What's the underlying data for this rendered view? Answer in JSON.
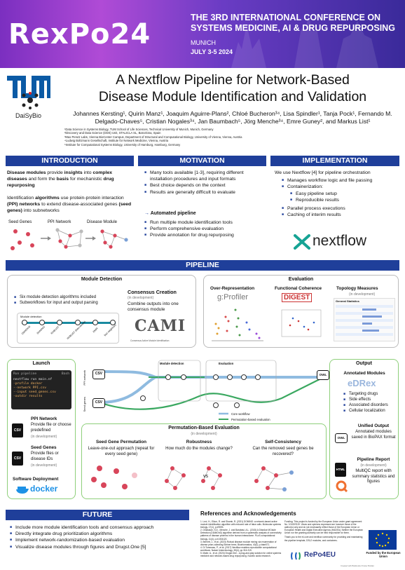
{
  "header": {
    "logo": "RexPo24",
    "conference": "THE 3RD INTERNATIONAL CONFERENCE ON SYSTEMS MEDICINE, AI & DRUG REPURPOSING",
    "city": "MUNICH",
    "dates": "JULY 3-5 2024"
  },
  "logos": {
    "daisybio": "DaiSyBio"
  },
  "title": {
    "line1": "A Nextflow Pipeline for Network-Based",
    "line2": "Disease Module Identification and Validation"
  },
  "authors": "Johannes Kersting¹, Quirin Manz¹, Joaquim Aguirre-Plans², Chloé Bucheron³⁴, Lisa Spindler¹, Tanja Pock¹, Fernando M. Delgado-Chaves⁵, Cristian Nogales³⁴, Jan Baumbach⁵, Jörg Menche³⁴, Emre Guney², and Markus List¹",
  "affiliations": [
    "¹Data Science in Systems Biology, TUM School of Life Sciences, Technical University of Munich, Munich, Germany",
    "²Discovery and Data Science (DDS) Unit, STALICLA SL, Barcelona, Spain",
    "³Max Perutz Labs, Vienna BioCenter Campus, Department of Structural and Computational Biology, University of Vienna, Vienna, Austria",
    "⁴Ludwig Boltzmann Gesellschaft, Institute for Network Medicine, Vienna, Austria",
    "⁵Institute for Computational Systems Biology, University of Hamburg, Hamburg, Germany"
  ],
  "introduction": {
    "heading": "INTRODUCTION",
    "p1_a": "Disease modules",
    "p1_b": " provide ",
    "p1_c": "insights",
    "p1_d": " into ",
    "p1_e": "complex diseases",
    "p1_f": " and form the ",
    "p1_g": "basis",
    "p1_h": " for mechanistic ",
    "p1_i": "drug repurposing",
    "p2_a": "Identification ",
    "p2_b": "algorithms",
    "p2_c": " use protein-protein interaction ",
    "p2_d": "(PPI) networks",
    "p2_e": " to extend disease-associated genes ",
    "p2_f": "(seed genes)",
    "p2_g": " into subnetworks",
    "fig_labels": [
      "Seed Genes",
      "PPI Network",
      "Disease Module"
    ]
  },
  "motivation": {
    "heading": "MOTIVATION",
    "items": [
      "Many tools available [1-3], requiring different installation procedures and input formats",
      "Best choice depends on the context",
      "Results are generally difficult to evaluate"
    ],
    "arrow_item": "Automated pipeline",
    "items2": [
      "Run multiple module identification tools",
      "Perform comprehensive evaluation",
      "Provide annotation for drug repurposing"
    ]
  },
  "implementation": {
    "heading": "IMPLEMENTATION",
    "intro": "We use Nextflow [4] for pipeline orchestration",
    "items": [
      "Manages workflow logic and file passing",
      "Containerization:"
    ],
    "sub": [
      "Easy pipeline setup",
      "Reproducible results"
    ],
    "items2": [
      "Parallel process executions",
      "Caching of interim results"
    ],
    "logo": "nextflow"
  },
  "pipeline": {
    "heading": "PIPELINE",
    "module_detection": {
      "title": "Module Detection",
      "bullet1": "Six module detection algorithms included",
      "bullet2": "Subworkflows for input and output parsing",
      "sub_label": "Module detection",
      "tools": [
        "DIAMOnD",
        "DOMINO",
        "ROBUST",
        "ROBUST (bias-aware)",
        "RWR",
        "first neighbors"
      ]
    },
    "consensus": {
      "title": "Consensus Creation",
      "note": "(in development)",
      "desc": "Combine outputs into one consensus module",
      "logo": "CAMI",
      "logo_sub": "Consensus Active Module Identification"
    },
    "evaluation": {
      "title": "Evaluation",
      "overrep": "Over-Representation",
      "gprofiler": "g:Profiler",
      "coherence": "Functional Coherence",
      "digest": "DIGEST",
      "topology": "Topology Measures",
      "topology_note": "(in development)",
      "gen_stats": "General Statistics"
    },
    "launch": {
      "title": "Launch",
      "term_title": "Run pipeline",
      "term_bash": "Bash",
      "term_lines": [
        "nextflow run main.nf",
        "  -profile docker",
        "  --network PPI.csv",
        "  --input seed_genes.csv",
        "  -outdir results"
      ],
      "ppi_title": "PPI Network",
      "ppi_desc": "Provide file or choose predefined",
      "ppi_note": "(in development)",
      "seed_title": "Seed Genes",
      "seed_desc": "Provide files or disease IDs",
      "seed_note": "(in development)",
      "deploy": "Software Deployment",
      "docker": "docker"
    },
    "flow": {
      "ppi_label": "PPI network",
      "seed_label": "Seed genes",
      "stage1": "Module detection",
      "stage2": "Evaluation",
      "legend_core": "Core workflow",
      "legend_perm": "Permutation-based evaluation"
    },
    "output": {
      "title": "Output",
      "annot": "Annotated Modules",
      "annot_logo": "eDRex",
      "annot_items": [
        "Targeting drugs",
        "Side effects",
        "Associated disorders",
        "Cellular localization"
      ],
      "unified": "Unified Output",
      "unified_desc": "Annotated modules saved in BioPAX format",
      "report": "Pipeline Report",
      "report_note": "(in development)",
      "report_desc": "MultiQC report with summary statistics and figures"
    },
    "permutation": {
      "title": "Permutation-Based Evaluation",
      "note": "(in development)",
      "c1_title": "Seed Gene Permutation",
      "c1_desc": "Leave-one-out approach (repeat for every seed gene)",
      "c2_title": "Robustness",
      "c2_desc": "How much do the modules change?",
      "c3_title": "Self-Consistency",
      "c3_desc": "Can the removed seed genes be recovered?",
      "vs": "vs"
    }
  },
  "future": {
    "heading": "FUTURE",
    "items": [
      "Include more module identification tools and consensus approach",
      "Directly integrate drug prioritization algorithms",
      "Implement network-randomization-based evaluation",
      "Visualize disease modules through figures and Drugst.One [5]"
    ]
  },
  "references": {
    "heading": "References and Acknowledgements",
    "refs": [
      "1. Levi, H., Elkon, R. and Shamir, R. (2021) DOMINO: a network-based active module identification algorithm with reduced rate of false calls. Molecular systems biology, 17(1), p.e9593.",
      "2. Ghiassian, S.D., Menche, J. and Barabási, A.L. (2015) A DIseAse MOdule Detection (DIAMOnD) algorithm derived from a systematic analysis of connectivity patterns of disease proteins in the human interactome. PLoS computational biology, 11(4), p.e1004120.",
      "3. Bernett, J., et al. (2023) Robust disease module mining via enumeration of diverse prize-collecting Steiner trees. Bioinformatics, 40(3), p.btae071.",
      "4. Di Tommaso, P., et al. (2017) Nextflow enables reproducible computational workflows. Nature biotechnology, 35(4), pp.316-319.",
      "5. Maier, A., et al. (2024) Drugst.One - a plug-and-play solution for online systems medicine and network-based drug repurposing. Nucleic acids research."
    ],
    "funding": "Funding: This project is funded by the European Union under grant agreement No. 101057619. Views and opinions expressed are however those of the author(s) only and do not necessarily reflect those of the European Union or European Health and Digital Executive Agency (HADEA). Neither the European Union nor the granting authority can be held responsible for them.",
    "thanks": "Thank you to the nf-core and nextflow community for providing and maintaining the pipeline template, DSL2 modules, and containers.",
    "repo": "RePo4EU",
    "eu": "Funded by the European Union",
    "credit": "Created with BioRender Poster Builder"
  }
}
